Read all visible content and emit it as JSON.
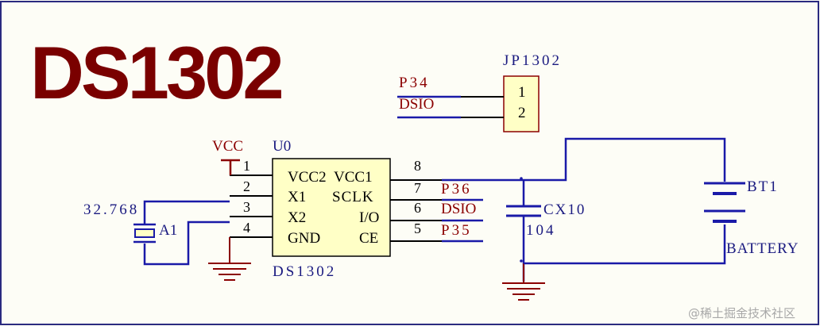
{
  "title": "DS1302",
  "colors": {
    "wire": "#1a1aa8",
    "net_label": "#8b0000",
    "body_fill": "#ffffc6",
    "component_text": "#1a1a80",
    "border": "#2a2a80"
  },
  "chip": {
    "designator": "U0",
    "name": "DS1302",
    "vcc_label": "VCC",
    "left_pins": [
      {
        "num": "1",
        "name": "VCC2"
      },
      {
        "num": "2",
        "name": "X1"
      },
      {
        "num": "3",
        "name": "X2"
      },
      {
        "num": "4",
        "name": "GND"
      }
    ],
    "right_pins": [
      {
        "num": "8",
        "name": "VCC1",
        "net": ""
      },
      {
        "num": "7",
        "name": "SCLK",
        "net": "P36"
      },
      {
        "num": "6",
        "name": "I/O",
        "net": "DSIO"
      },
      {
        "num": "5",
        "name": "CE",
        "net": "P35"
      }
    ]
  },
  "jumper": {
    "designator": "JP1302",
    "pins": [
      {
        "num": "1",
        "net": "P34"
      },
      {
        "num": "2",
        "net": "DSIO"
      }
    ]
  },
  "crystal": {
    "designator": "A1",
    "value": "32.768"
  },
  "capacitor": {
    "designator": "CX10",
    "value": "104"
  },
  "battery": {
    "designator": "BT1",
    "value": "BATTERY"
  },
  "watermark": "@稀土掘金技术社区"
}
